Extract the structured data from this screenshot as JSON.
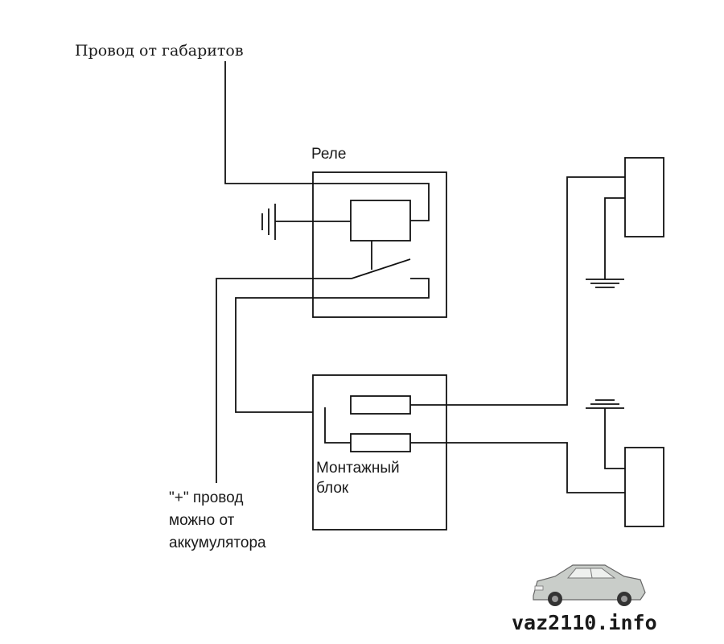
{
  "labels": {
    "marker_wire": "Провод от габаритов",
    "relay": "Реле",
    "mount_block_line1": "Монтажный",
    "mount_block_line2": "блок",
    "plus_line1": "\"+\" провод",
    "plus_line2": "можно от",
    "plus_line3": "аккумулятора"
  },
  "watermark": {
    "text": "vaz2110.info"
  },
  "colors": {
    "line": "#111111",
    "background": "#ffffff",
    "car_body": "#c9cdc9"
  }
}
